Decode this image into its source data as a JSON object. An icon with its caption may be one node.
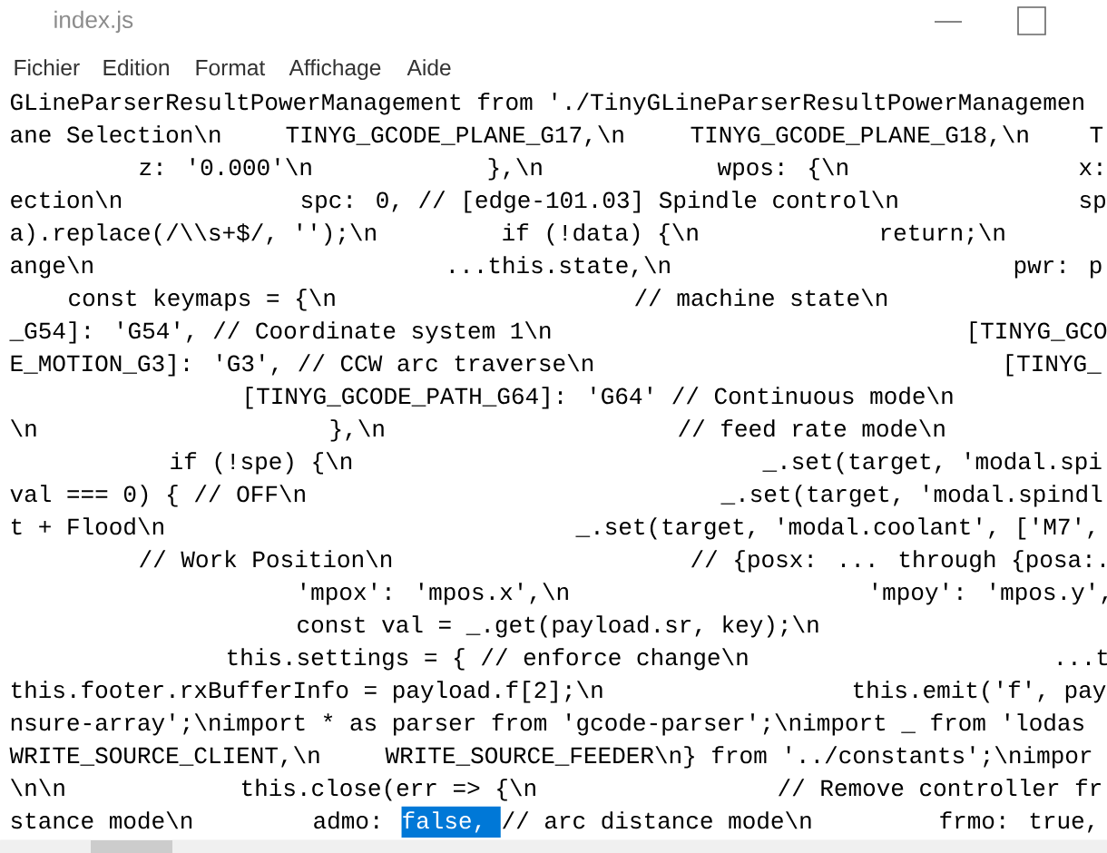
{
  "diagram": {
    "title": "index.js",
    "labels": [
      "Fichier",
      "Edition",
      "Format",
      "Affichage",
      "Aide",
      "GLineParserResultPowerManagement from './TinyGLineParserResultPowerManagemen",
      "ane Selection\\n",
      "TINYG_GCODE_PLANE_G17,\\n",
      "TINYG_GCODE_PLANE_G18,\\n",
      "T",
      "z: '0.000'\\n",
      "},\\n",
      "wpos: {\\n",
      "x:",
      "ection\\n",
      "spc: 0, // [edge-101.03] Spindle control\\n",
      "sp",
      "a).replace(/\\\\s+$/, '');\\n",
      "if (!data) {\\n",
      "return;\\n",
      "ange\\n",
      "...this.state,\\n",
      "pwr: p",
      "const keymaps = {\\n",
      "// machine state\\n",
      "_G54]: 'G54', // Coordinate system 1\\n",
      "[TINYG_GCO",
      "E_MOTION_G3]: 'G3', // CCW arc traverse\\n",
      "[TINYG_",
      "[TINYG_GCODE_PATH_G64]: 'G64' // Continuous mode\\n",
      "\\n",
      "},\\n",
      "// feed rate mode\\n",
      "if (!spe) {\\n",
      "_.set(target, 'modal.spi",
      "val === 0) { // OFF\\n",
      "_.set(target, 'modal.spindl",
      "t + Flood\\n",
      "_.set(target, 'modal.coolant', ['M7',",
      "// Work Position\\n",
      "// {posx: ... through {posa:.",
      "'mpox': 'mpos.x',\\n",
      "'mpoy': 'mpos.y',",
      "const val = _.get(payload.sr, key);\\n",
      "this.settings = { // enforce change\\n",
      "...t",
      "this.footer.rxBufferInfo = payload.f[2];\\n",
      "this.emit('f', pay",
      "nsure-array';\\nimport * as parser from 'gcode-parser';\\nimport _ from 'lodas",
      "WRITE_SOURCE_CLIENT,\\n",
      "WRITE_SOURCE_FEEDER\\n} from '../constants';\\nimpor",
      "\\n\\n",
      "this.close(err => {\\n",
      "// Remove controller fr",
      "stance mode\\n",
      "admo: ",
      "false, ",
      "// arc distance mode\\n",
      "frmo: true,"
    ]
  }
}
